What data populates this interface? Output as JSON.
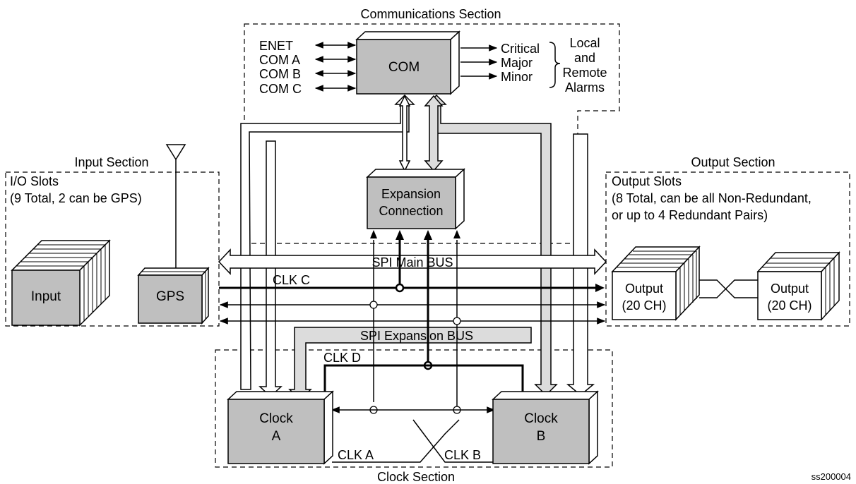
{
  "sections": {
    "communications": "Communications Section",
    "input": "Input Section",
    "output": "Output Section",
    "clock": "Clock Section"
  },
  "com": {
    "label": "COM",
    "ports": [
      "ENET",
      "COM A",
      "COM B",
      "COM C"
    ],
    "alarms": [
      "Critical",
      "Major",
      "Minor"
    ],
    "alarm_note": [
      "Local",
      "and",
      "Remote",
      "Alarms"
    ]
  },
  "expansion": {
    "line1": "Expansion",
    "line2": "Connection"
  },
  "input_section": {
    "slots_line1": "I/O Slots",
    "slots_line2": "(9 Total, 2 can be GPS)",
    "input_label": "Input",
    "gps_label": "GPS"
  },
  "output_section": {
    "slots_line1": "Output Slots",
    "slots_line2": "(8 Total, can be all Non-Redundant,",
    "slots_line3": "or up to 4 Redundant Pairs)",
    "module1_line1": "Output",
    "module1_line2": "(20 CH)",
    "module2_line1": "Output",
    "module2_line2": "(20 CH)"
  },
  "buses": {
    "spi_main": "SPI Main BUS",
    "spi_expansion": "SPI Expansion BUS"
  },
  "clock_signals": {
    "clk_a": "CLK A",
    "clk_b": "CLK B",
    "clk_c": "CLK C",
    "clk_d": "CLK D"
  },
  "clocks": {
    "a_line1": "Clock",
    "a_line2": "A",
    "b_line1": "Clock",
    "b_line2": "B"
  },
  "figure_id": "ss200004"
}
